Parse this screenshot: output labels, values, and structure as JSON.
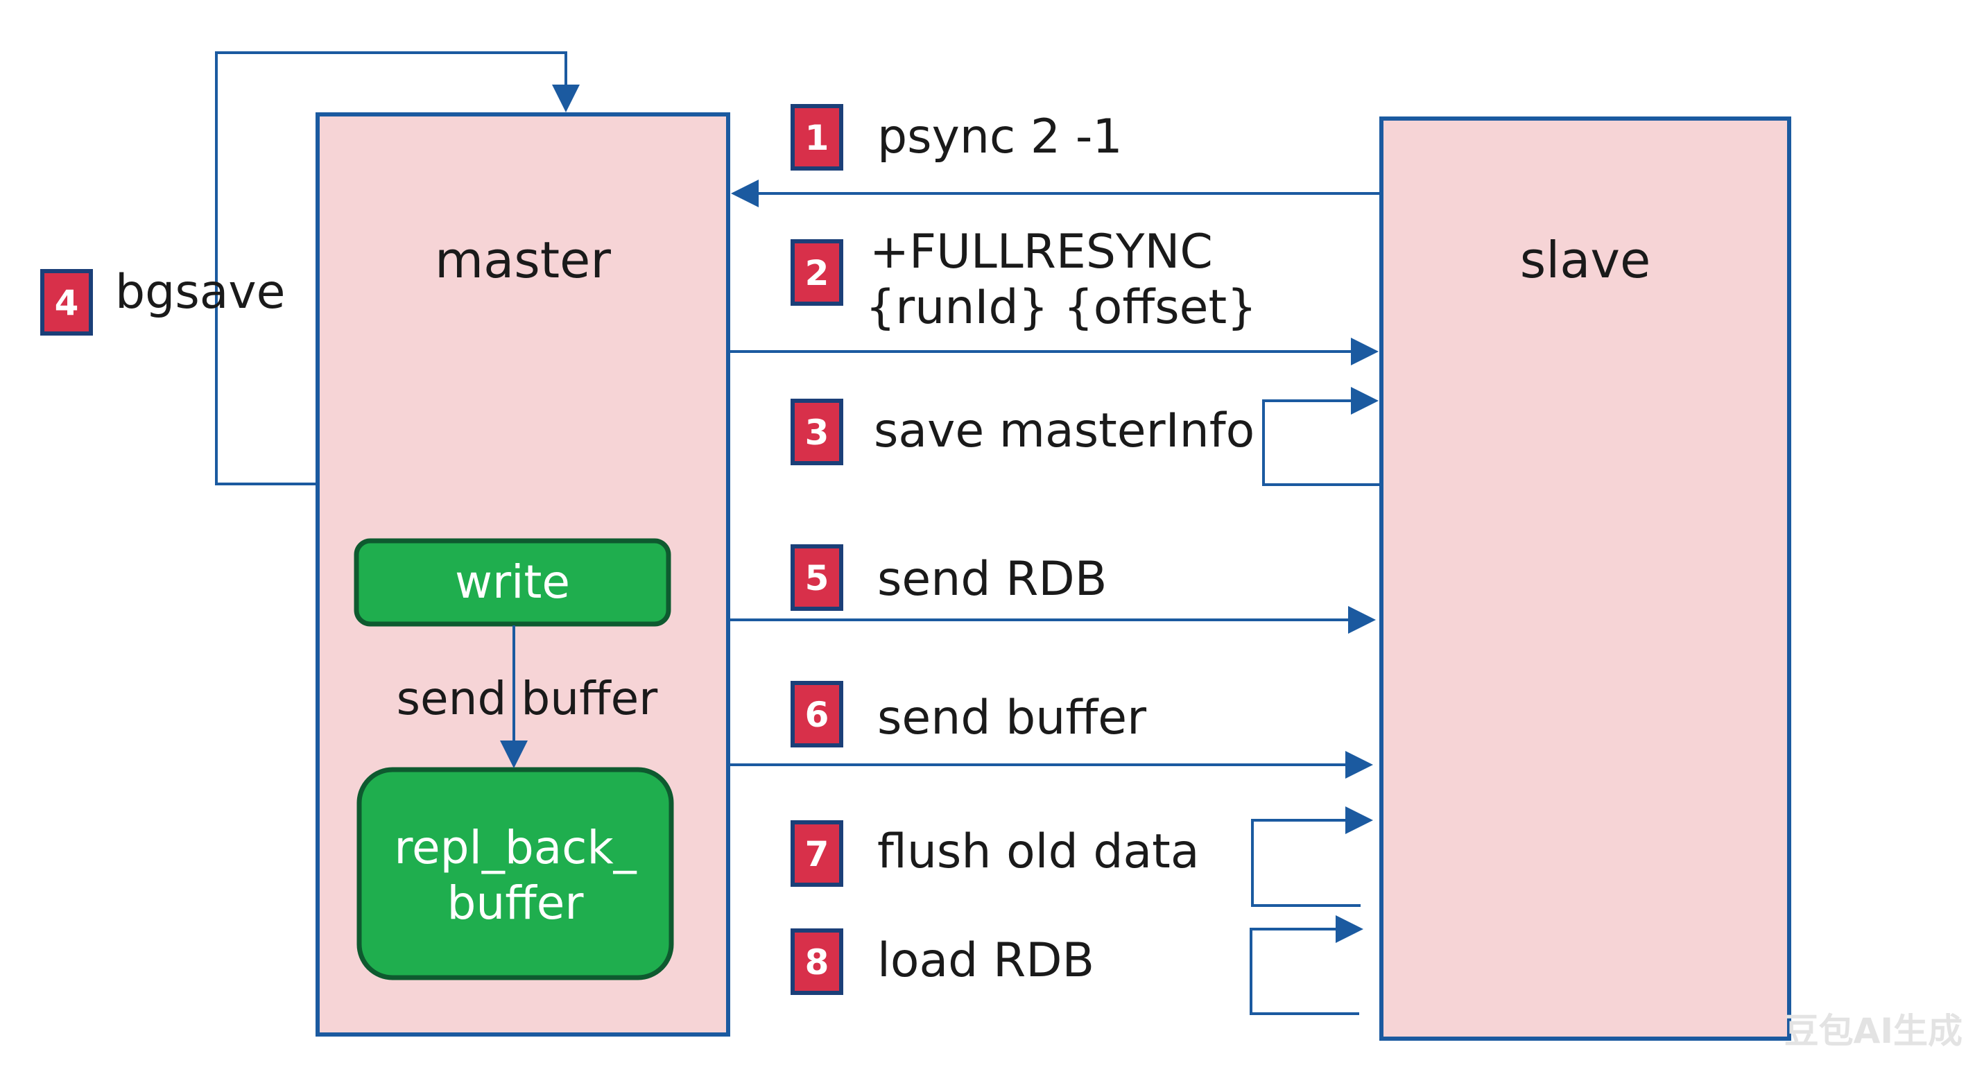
{
  "colors": {
    "node_fill": "#f6d4d6",
    "node_stroke": "#1b5aa0",
    "arrow": "#1b5aa0",
    "badge_fill": "#d8304a",
    "badge_stroke": "#1b3f78",
    "green_fill": "#1fae4e",
    "green_stroke": "#0e5a2f"
  },
  "nodes": {
    "master": "master",
    "slave": "slave",
    "write": "write",
    "repl_line1": "repl_back_",
    "repl_line2": "buffer",
    "internal_edge": "send buffer"
  },
  "steps": [
    {
      "num": "1",
      "line1": "psync 2 -1",
      "line2": ""
    },
    {
      "num": "2",
      "line1": "+FULLRESYNC",
      "line2": "{runId} {offset}"
    },
    {
      "num": "3",
      "line1": "save masterInfo",
      "line2": ""
    },
    {
      "num": "4",
      "line1": "bgsave",
      "line2": ""
    },
    {
      "num": "5",
      "line1": "send RDB",
      "line2": ""
    },
    {
      "num": "6",
      "line1": "send buffer",
      "line2": ""
    },
    {
      "num": "7",
      "line1": "flush old data",
      "line2": ""
    },
    {
      "num": "8",
      "line1": "load RDB",
      "line2": ""
    }
  ],
  "watermark": "豆包AI生成"
}
